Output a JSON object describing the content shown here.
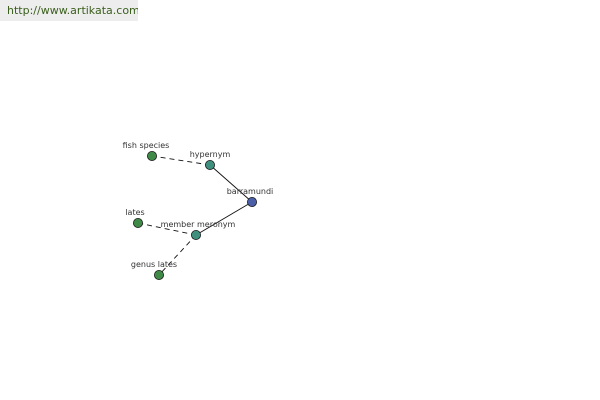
{
  "banner": {
    "url_text": "http://www.artikata.com"
  },
  "graph": {
    "nodes": [
      {
        "id": "barramundi",
        "label": "barramundi",
        "role": "center",
        "color": "#4a5fa8"
      },
      {
        "id": "hypernym",
        "label": "hypernym",
        "role": "relation",
        "color": "#3f8f7f"
      },
      {
        "id": "member-meronym",
        "label": "member meronym",
        "role": "relation",
        "color": "#3f8f7f"
      },
      {
        "id": "fish-species",
        "label": "fish species",
        "role": "leaf",
        "color": "#3f8a47"
      },
      {
        "id": "lates",
        "label": "lates",
        "role": "leaf",
        "color": "#3f8a47"
      },
      {
        "id": "genus-lates",
        "label": "genus lates",
        "role": "leaf",
        "color": "#3f8a47"
      }
    ],
    "edges": [
      {
        "from": "barramundi",
        "to": "hypernym",
        "style": "solid"
      },
      {
        "from": "barramundi",
        "to": "member-meronym",
        "style": "solid"
      },
      {
        "from": "hypernym",
        "to": "fish-species",
        "style": "dashed"
      },
      {
        "from": "member-meronym",
        "to": "lates",
        "style": "dashed"
      },
      {
        "from": "member-meronym",
        "to": "genus-lates",
        "style": "dashed"
      }
    ]
  }
}
